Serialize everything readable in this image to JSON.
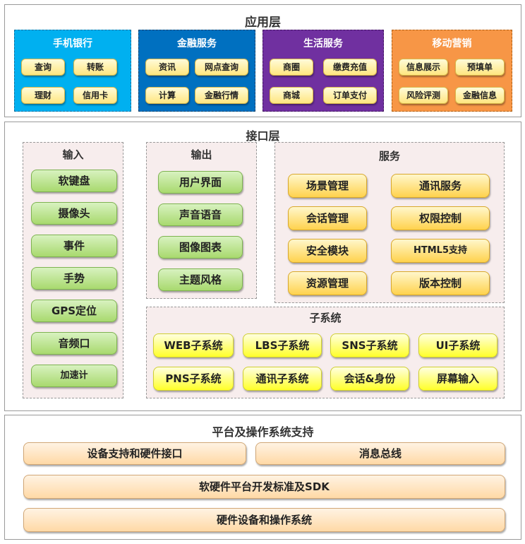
{
  "app_layer": {
    "title": "应用层",
    "panels": [
      {
        "title": "手机银行",
        "color": "#00b0f0",
        "items": [
          "查询",
          "转账",
          "理财",
          "信用卡"
        ]
      },
      {
        "title": "金融服务",
        "color": "#0070c0",
        "items": [
          "资讯",
          "网点查询",
          "计算",
          "金融行情"
        ]
      },
      {
        "title": "生活服务",
        "color": "#7030a0",
        "items": [
          "商圈",
          "缴费充值",
          "商城",
          "订单支付"
        ]
      },
      {
        "title": "移动营销",
        "color": "#f79646",
        "items": [
          "信息展示",
          "预填单",
          "风险评测",
          "金融信息"
        ]
      }
    ]
  },
  "interface_layer": {
    "title": "接口层",
    "input": {
      "title": "输入",
      "items": [
        "软键盘",
        "摄像头",
        "事件",
        "手势",
        "GPS定位",
        "音频口",
        "加速计"
      ]
    },
    "output": {
      "title": "输出",
      "items": [
        "用户界面",
        "声音语音",
        "图像图表",
        "主题风格"
      ]
    },
    "services": {
      "title": "服务",
      "items": [
        "场景管理",
        "通讯服务",
        "会话管理",
        "权限控制",
        "安全模块",
        "HTML5支持",
        "资源管理",
        "版本控制"
      ]
    },
    "subsystems": {
      "title": "子系统",
      "items": [
        "WEB子系统",
        "LBS子系统",
        "SNS子系统",
        "UI子系统",
        "PNS子系统",
        "通讯子系统",
        "会话&身份",
        "屏幕输入"
      ]
    }
  },
  "platform_layer": {
    "title": "平台及操作系统支持",
    "items": [
      "设备支持和硬件接口",
      "消息总线",
      "软硬件平台开发标准及SDK",
      "硬件设备和操作系统"
    ]
  }
}
